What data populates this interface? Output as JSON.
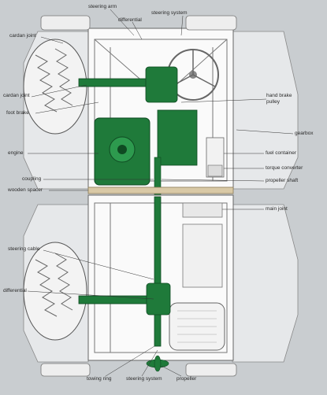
{
  "labels": {
    "steering_arm": "steering arm",
    "steering_system_top": "steering system",
    "differential_top": "differential",
    "cardan_joint_1": "cardan joint",
    "cardan_joint_2": "cardan joint",
    "foot_brake": "foot brake",
    "engine": "engine",
    "coupling": "coupling",
    "wooden_spacer": "wooden spacer",
    "steering_cable": "steering cable",
    "differential_bottom": "differential",
    "hand_brake_pulley": "hand brake pulley",
    "gearbox": "gearbox",
    "fuel_container": "fuel container",
    "torque_converter": "torque converter",
    "propeller_shaft": "propeller shaft",
    "main_joint": "main joint",
    "towing_ring": "towing ring",
    "steering_system_bottom": "steering system",
    "propeller": "propeller"
  },
  "colors": {
    "background": "#c9cdd0",
    "hull": "#ffffff",
    "machinery": "#1f7a3a",
    "outline": "#555555",
    "tire": "#f2f2f2"
  }
}
